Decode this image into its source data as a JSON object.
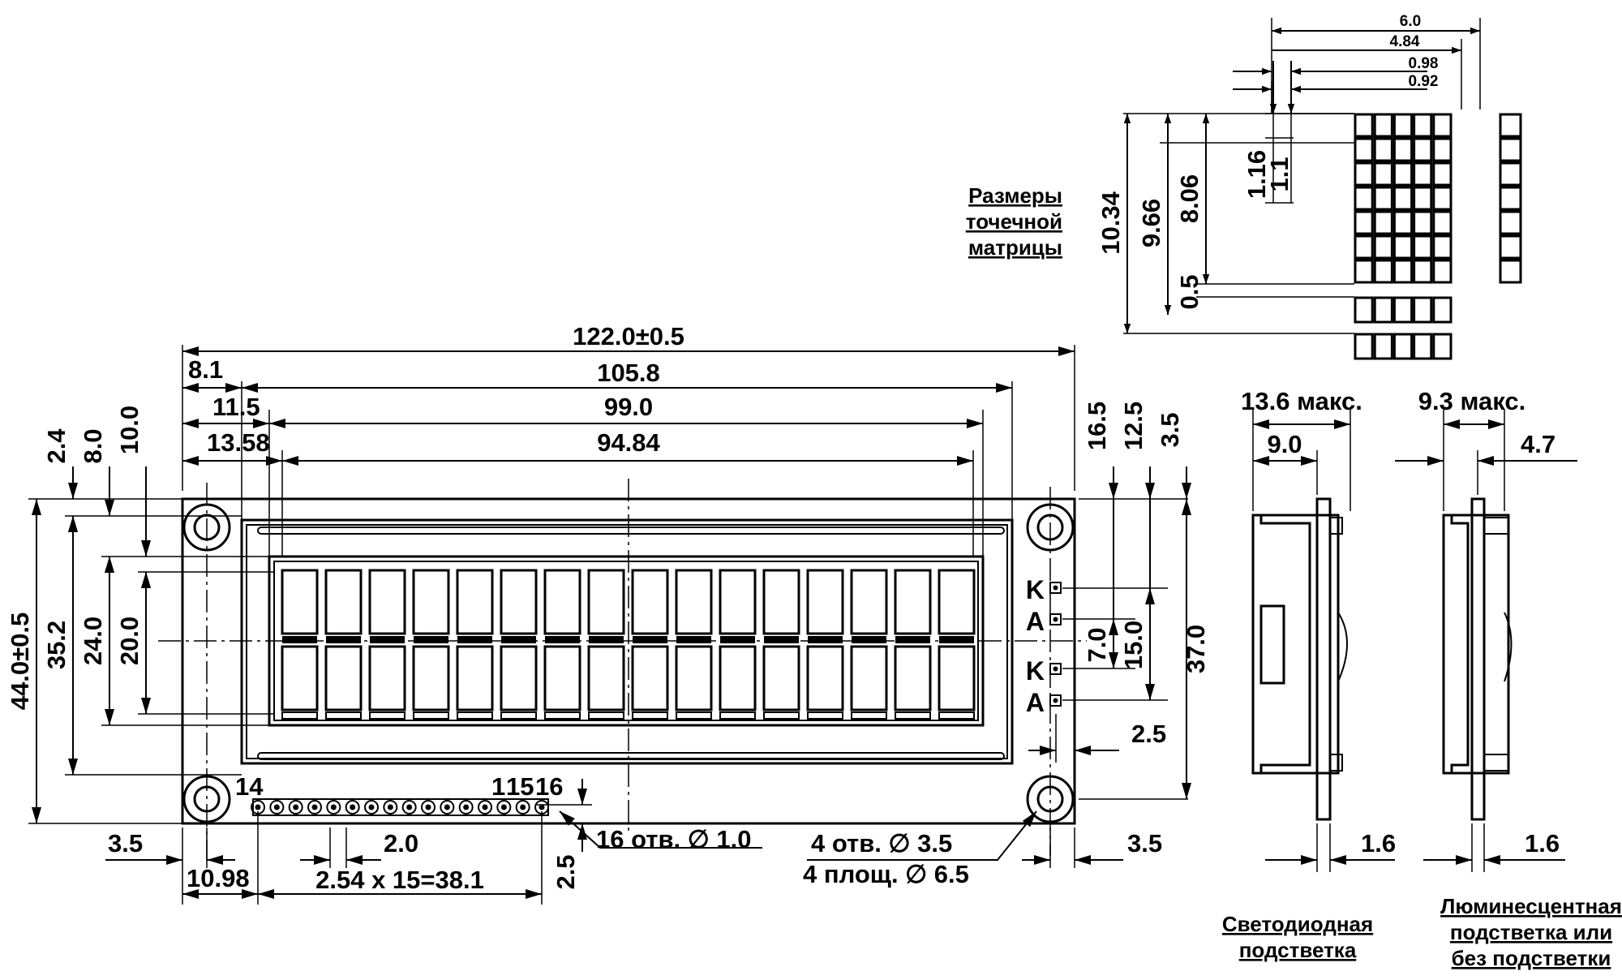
{
  "matrix_dims": {
    "w_6_0": "6.0",
    "w_4_84": "4.84",
    "w_0_98": "0.98",
    "w_0_92": "0.92",
    "h_10_34": "10.34",
    "h_9_66": "9.66",
    "h_8_06": "8.06",
    "h_1_16": "1.16",
    "h_1_1": "1.1",
    "h_0_5": "0.5"
  },
  "matrix_label": [
    "Размеры",
    "точечной",
    "матрицы"
  ],
  "front_dims": {
    "overall_w": "122.0±0.5",
    "d_8_1": "8.1",
    "d_105_8": "105.8",
    "d_11_5": "11.5",
    "d_99_0": "99.0",
    "d_13_58": "13.58",
    "d_94_84": "94.84",
    "d_2_4": "2.4",
    "d_8_0": "8.0",
    "d_10_0": "10.0",
    "overall_h": "44.0±0.5",
    "d_35_2": "35.2",
    "d_24_0": "24.0",
    "d_20_0": "20.0",
    "d_16_5": "16.5",
    "d_12_5": "12.5",
    "d_3_5_top": "3.5",
    "d_7_0": "7.0",
    "d_15_0": "15.0",
    "d_37_0": "37.0",
    "d_2_5_right": "2.5",
    "d_3_5_left": "3.5",
    "d_10_98": "10.98",
    "d_2_0": "2.0",
    "pitch": "2.54 x 15=38.1",
    "d_2_5_bottom": "2.5",
    "d_3_5_right": "3.5"
  },
  "pins": {
    "p1": "1",
    "p14": "14",
    "p15": "15",
    "p16": "16",
    "k1": "K",
    "a1": "A",
    "k2": "K",
    "a2": "A"
  },
  "notes": {
    "holes16": "16 отв. ∅ 1.0",
    "holes4": "4 отв. ∅ 3.5",
    "pads4": "4 площ. ∅ 6.5"
  },
  "side_dims": {
    "led_max": "13.6 макс.",
    "led_9_0": "9.0",
    "led_1_6": "1.6",
    "el_max": "9.3 макс.",
    "el_4_7": "4.7",
    "el_1_6": "1.6"
  },
  "captions": {
    "led": [
      "Светодиодная",
      "подстветка"
    ],
    "el": [
      "Люминесцентная",
      "подстветка или",
      "без подстветки"
    ]
  },
  "display": {
    "columns": 16,
    "rows": 2,
    "matrix_cols": 5,
    "matrix_rows": 7
  }
}
